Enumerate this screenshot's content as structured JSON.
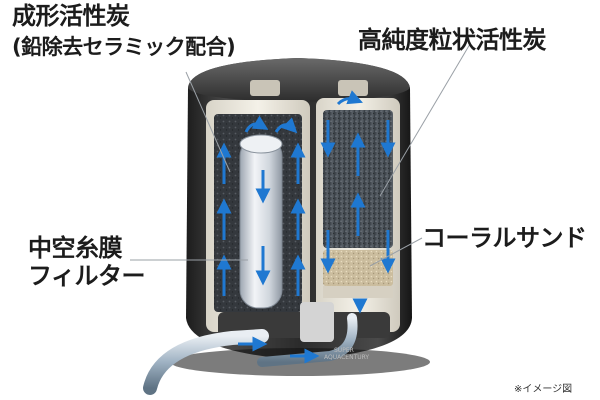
{
  "labels": {
    "molded_carbon_line1": "成形活性炭",
    "molded_carbon_line2": "(鉛除去セラミック配合)",
    "granular_carbon": "高純度粒状活性炭",
    "hollow_fiber_line1": "中空糸膜",
    "hollow_fiber_line2": "フィルター",
    "coral_sand": "コーラルサンド"
  },
  "device_marking_line1": "SUPER",
  "device_marking_line2": "AQUACENTURY",
  "note": "※イメージ図",
  "colors": {
    "shell": "#2a2a2a",
    "media_dark": "#3a3f44",
    "membrane": "#d9dde3",
    "sand": "#cbbd9e",
    "water_arrow": "#1f78d1",
    "label_text": "#1c1c1c",
    "leader_line": "#9aa0a6"
  }
}
